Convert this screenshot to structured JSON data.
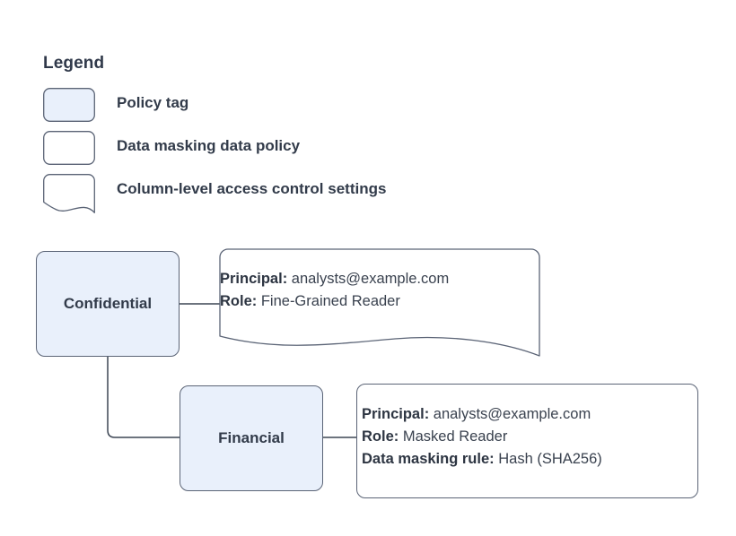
{
  "legend": {
    "title": "Legend",
    "items": [
      {
        "shape": "policy-tag-swatch",
        "label": "Policy tag",
        "fill": "#e9f0fb",
        "stroke": "#5b6476"
      },
      {
        "shape": "data-policy-swatch",
        "label": "Data masking data policy",
        "fill": "#ffffff",
        "stroke": "#5b6476"
      },
      {
        "shape": "access-control-swatch",
        "label": "Column-level access control settings",
        "fill": "#ffffff",
        "stroke": "#5b6476"
      }
    ]
  },
  "diagram": {
    "nodes": [
      {
        "id": "confidential",
        "label": "Confidential",
        "type": "policy-tag",
        "fill": "#e9f0fb"
      },
      {
        "id": "financial",
        "label": "Financial",
        "type": "policy-tag",
        "fill": "#e9f0fb"
      }
    ],
    "panels": [
      {
        "id": "confidential-access-control",
        "type": "column-level-access-control-settings",
        "attached_to": "confidential",
        "rows": [
          {
            "label": "Principal:",
            "value": "analysts@example.com"
          },
          {
            "label": "Role:",
            "value": "Fine-Grained Reader"
          }
        ]
      },
      {
        "id": "financial-data-policy",
        "type": "data-masking-data-policy",
        "attached_to": "financial",
        "rows": [
          {
            "label": "Principal:",
            "value": "analysts@example.com"
          },
          {
            "label": "Role:",
            "value": "Masked Reader"
          },
          {
            "label": "Data masking rule:",
            "value": "Hash (SHA256)"
          }
        ]
      }
    ],
    "connectors": [
      {
        "id": "confidential-to-access-control",
        "from": "confidential",
        "to": "confidential-access-control"
      },
      {
        "id": "confidential-to-financial",
        "from": "confidential",
        "to": "financial"
      },
      {
        "id": "financial-to-data-policy",
        "from": "financial",
        "to": "financial-data-policy"
      }
    ]
  },
  "colors": {
    "node_fill": "#e9f0fb",
    "stroke": "#5b6476",
    "text": "#323b4a",
    "background": "#ffffff"
  }
}
